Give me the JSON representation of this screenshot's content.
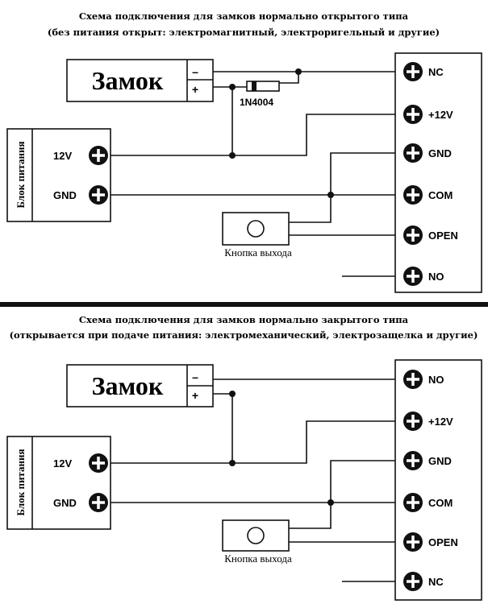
{
  "colors": {
    "ink": "#111111",
    "background": "#ffffff"
  },
  "diagram_top": {
    "title_line1": "Схема подключения для замков нормально открытого типа",
    "title_line2": "(без питания открыт: электромагнитный, электроригельный и другие)",
    "lock_label": "Замок",
    "lock_minus": "–",
    "lock_plus": "+",
    "diode_label": "1N4004",
    "psu_label": "Блок питания",
    "psu_terminals": [
      "12V",
      "GND"
    ],
    "button_label": "Кнопка выхода",
    "controller_terminals": [
      "NC",
      "+12V",
      "GND",
      "COM",
      "OPEN",
      "NO"
    ]
  },
  "diagram_bottom": {
    "title_line1": "Схема подключения для замков нормально закрытого типа",
    "title_line2": "(открывается при подаче питания: электромеханический, электрозащелка и другие)",
    "lock_label": "Замок",
    "lock_minus": "–",
    "lock_plus": "+",
    "psu_label": "Блок питания",
    "psu_terminals": [
      "12V",
      "GND"
    ],
    "button_label": "Кнопка выхода",
    "controller_terminals": [
      "NO",
      "+12V",
      "GND",
      "COM",
      "OPEN",
      "NC"
    ]
  }
}
